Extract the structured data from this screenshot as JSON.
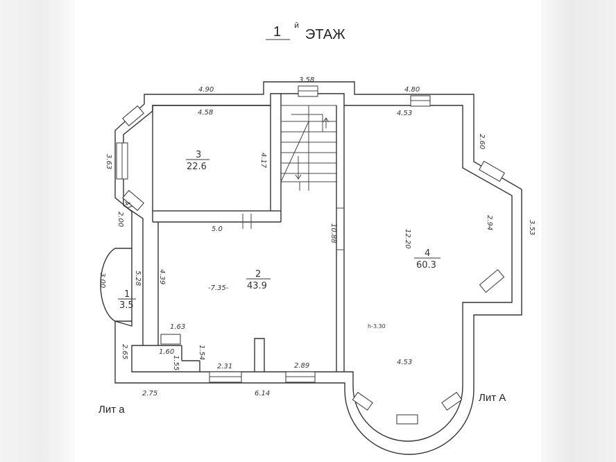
{
  "title": {
    "number": "1",
    "superscript": "й",
    "word": "ЭТАЖ"
  },
  "rooms": [
    {
      "num": "1",
      "area": "3.5"
    },
    {
      "num": "2",
      "area": "43.9"
    },
    {
      "num": "3",
      "area": "22.6"
    },
    {
      "num": "4",
      "area": "60.3"
    }
  ],
  "labels": {
    "lit_small": "Лит а",
    "lit_big": "Лит А",
    "height": "h-3.30"
  },
  "dimensions": {
    "d490": "4.90",
    "d358": "3.58",
    "d480": "4.80",
    "d458": "4.58",
    "d453a": "4.53",
    "d260": "2.60",
    "d363": "3.63",
    "d417": "4.17",
    "d50": "5.0",
    "d200": "2.00",
    "d41": "41",
    "d1088": "10.88",
    "d1220": "12.20",
    "d294": "2.94",
    "d353": "3.53",
    "d300": "3.00",
    "d528": "5.28",
    "d439": "4.39",
    "d735": "-7.35-",
    "d163": "1.63",
    "d265": "2.65",
    "d160": "1.60",
    "d154": "1.54",
    "d155": "1.55",
    "d231": "2.31",
    "d289": "2.89",
    "d453b": "4.53",
    "d275": "2.75",
    "d614": "6.14"
  }
}
